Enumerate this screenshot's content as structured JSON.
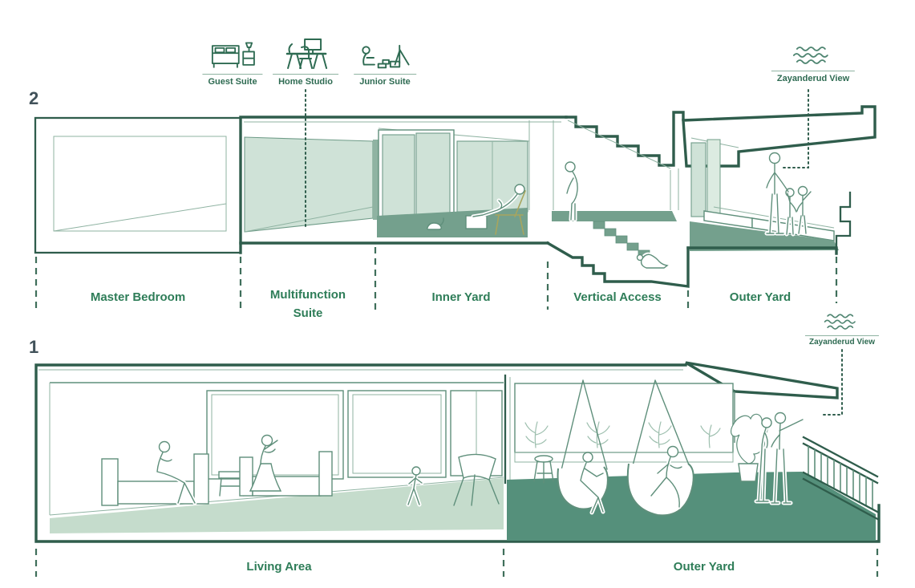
{
  "legend": {
    "guest": "Guest Suite",
    "studio": "Home Studio",
    "junior": "Junior Suite",
    "river_view": "Zayanderud View"
  },
  "level2": {
    "number": "2",
    "labels": {
      "master": "Master Bedroom",
      "multifunction": "Multifunction Suite",
      "inner": "Inner Yard",
      "vertical": "Vertical Access",
      "outer": "Outer Yard"
    }
  },
  "level1": {
    "number": "1",
    "labels": {
      "living": "Living Area",
      "outer": "Outer Yard"
    }
  },
  "palette": {
    "outline_ink": "#2f5d4c",
    "mid_line": "#5f8f7b",
    "thin_line": "#8fb3a2",
    "glass_fill": "#cfe2d7",
    "floor_green": "#74a08d",
    "floor_light": "#c5dccc",
    "floor_dark": "#55907b",
    "label_green": "#2e7d58",
    "legend_green": "#2e6b52",
    "number_slate": "#41525a"
  }
}
